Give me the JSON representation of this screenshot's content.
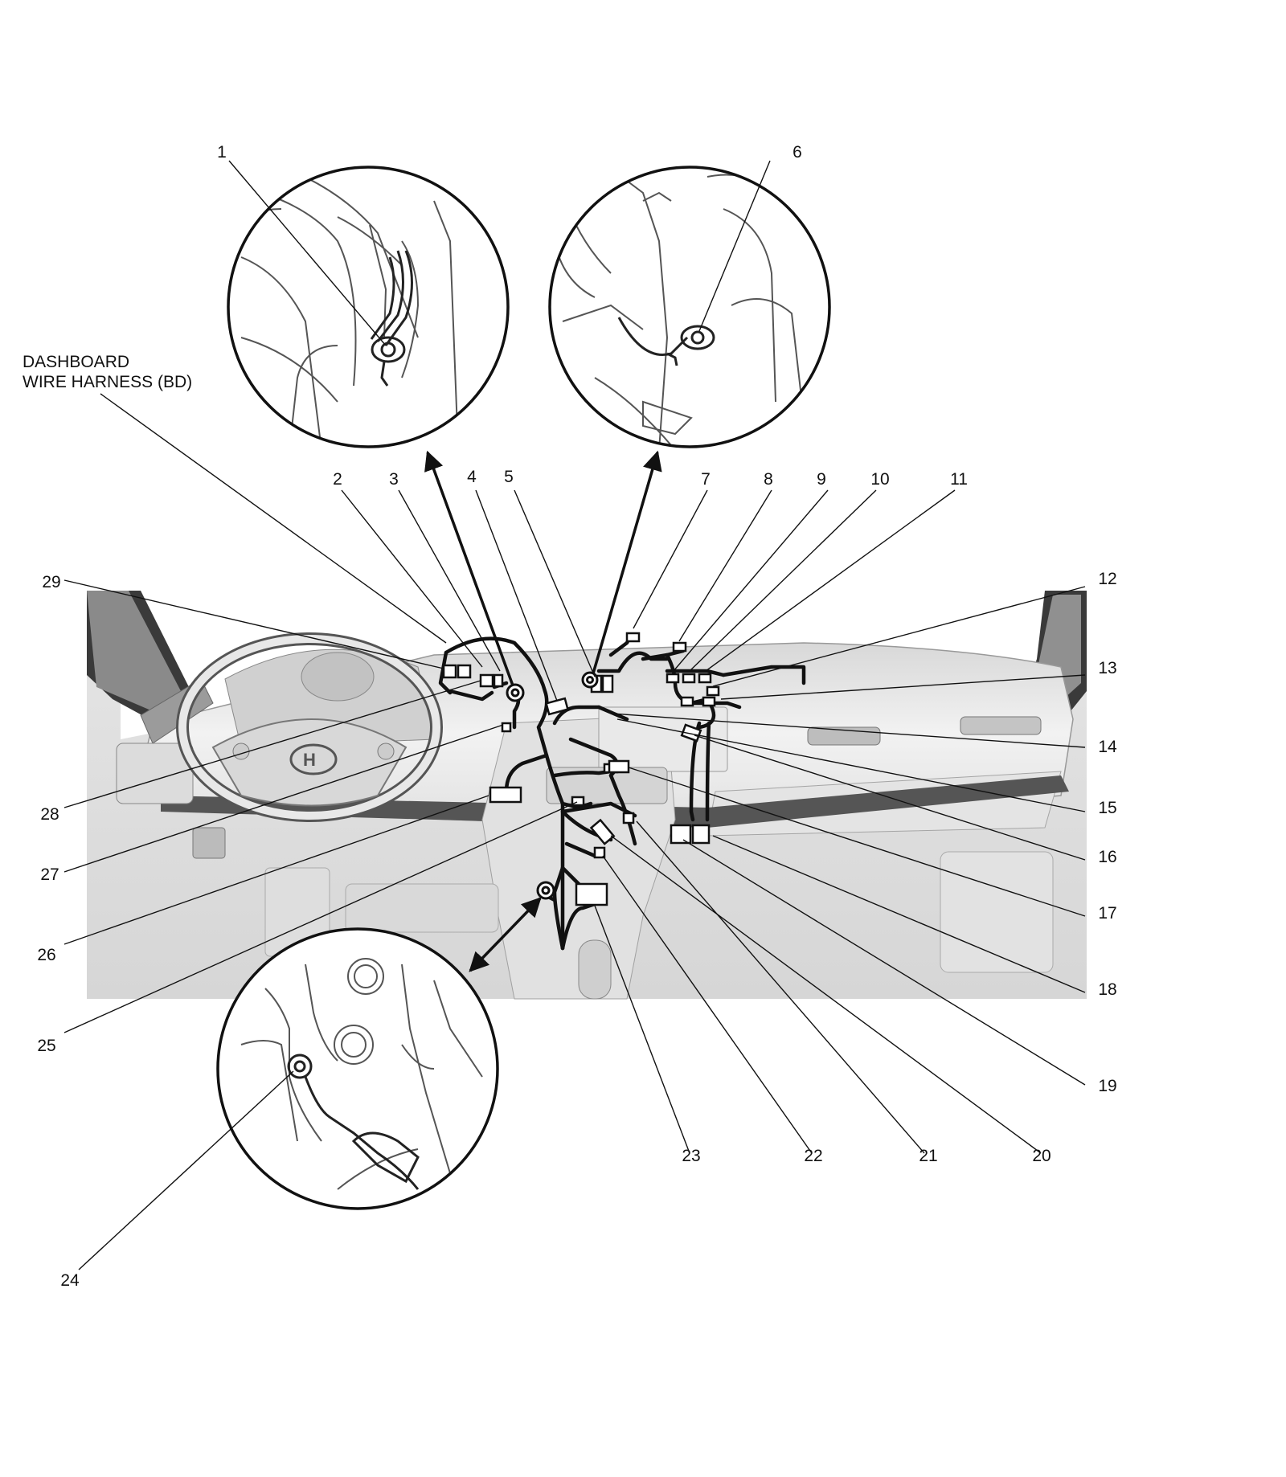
{
  "harness_title": {
    "line1": "DASHBOARD",
    "line2": "WIRE HARNESS (BD)"
  },
  "callouts": [
    "1",
    "2",
    "3",
    "4",
    "5",
    "6",
    "7",
    "8",
    "9",
    "10",
    "11",
    "12",
    "13",
    "14",
    "15",
    "16",
    "17",
    "18",
    "19",
    "20",
    "21",
    "22",
    "23",
    "24",
    "25",
    "26",
    "27",
    "28",
    "29"
  ],
  "colors": {
    "ink": "#111111",
    "panel": "#e9e9e9",
    "panel_dark": "#c9c9c9",
    "background": "#ffffff"
  }
}
